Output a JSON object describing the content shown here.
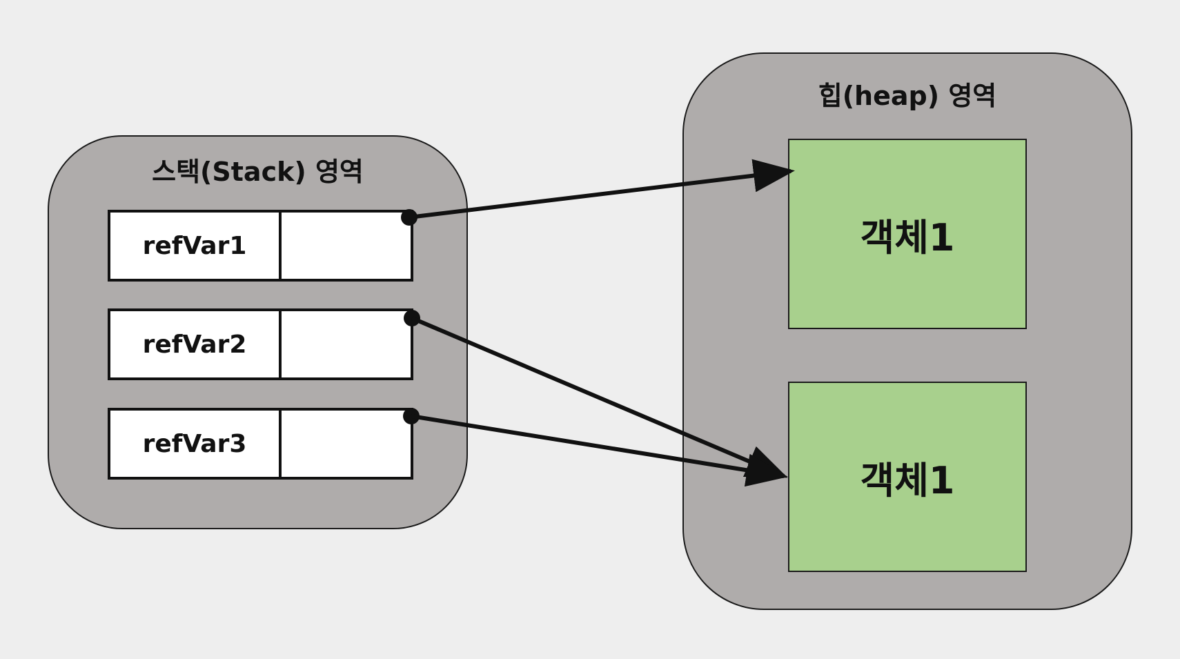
{
  "stack": {
    "title": "스택(Stack) 영역",
    "variables": [
      {
        "name": "refVar1",
        "value": ""
      },
      {
        "name": "refVar2",
        "value": ""
      },
      {
        "name": "refVar3",
        "value": ""
      }
    ]
  },
  "heap": {
    "title": "힙(heap) 영역",
    "objects": [
      {
        "label": "객체1"
      },
      {
        "label": "객체1"
      }
    ]
  },
  "references": [
    {
      "from": "refVar1",
      "to_object_index": 0
    },
    {
      "from": "refVar2",
      "to_object_index": 1
    },
    {
      "from": "refVar3",
      "to_object_index": 1
    }
  ],
  "colors": {
    "background": "#eeeeee",
    "region_fill": "#afacab",
    "object_fill": "#a8d08d",
    "cell_fill": "#ffffff",
    "line": "#111111"
  }
}
